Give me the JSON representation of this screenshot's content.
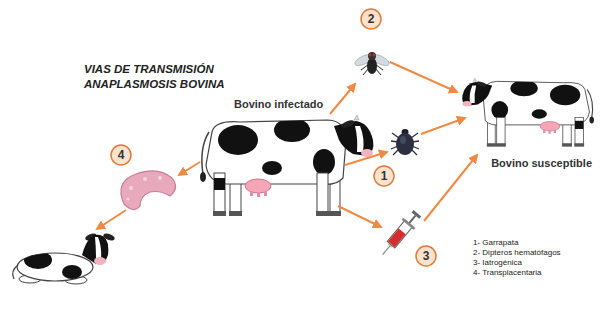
{
  "diagram": {
    "title": "VIAS DE TRANSMISIÓN ANAPLASMOSIS BOVINA",
    "nodes": [
      {
        "text": [
          "2"
        ]
      },
      {
        "text": [
          "Bovino susceptible"
        ]
      },
      {
        "text": [
          "Bovino infectado"
        ]
      },
      {
        "text": [
          "4"
        ]
      },
      {
        "text": [
          "1"
        ]
      },
      {
        "text": [
          "3"
        ]
      }
    ],
    "legend": [
      {
        "text": "1- Garrapata"
      },
      {
        "text": "2- Dipteros hematófagos"
      },
      {
        "text": "3- Iatrogénica"
      },
      {
        "text": "4- Transplacentaria"
      }
    ]
  }
}
